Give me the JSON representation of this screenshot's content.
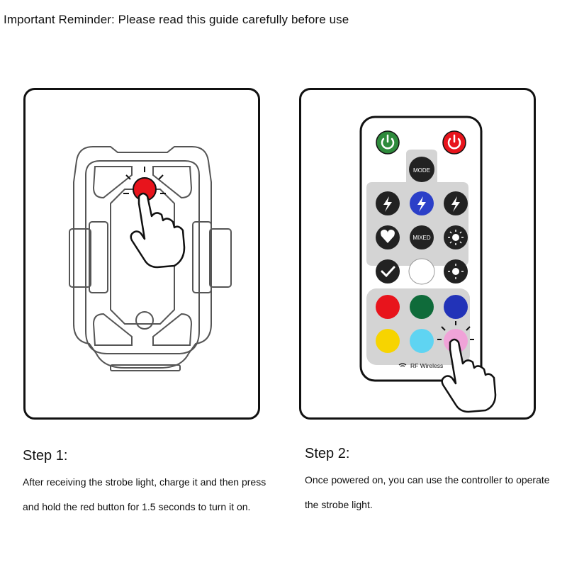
{
  "reminder": "Important Reminder: Please read this guide carefully before use",
  "step1": {
    "title": "Step 1:",
    "line1": "After receiving the strobe light, charge it and then press",
    "line2": "and hold the red button for 1.5 seconds to turn it on."
  },
  "step2": {
    "title": "Step 2:",
    "line1": "Once powered on, you can use the controller to operate",
    "line2": "the strobe light."
  },
  "remote": {
    "mode_label": "MODE",
    "mixed_label": "MIXED",
    "rf_label": "RF Wireless",
    "color_buttons": [
      "#e8141c",
      "#0f6b3a",
      "#2233b8",
      "#f7d400",
      "#5fd4f2",
      "#f0a3d8"
    ]
  },
  "colors": {
    "power_on": "#2e8b3c",
    "power_off": "#e8141c",
    "light_red_button": "#e8141c"
  }
}
